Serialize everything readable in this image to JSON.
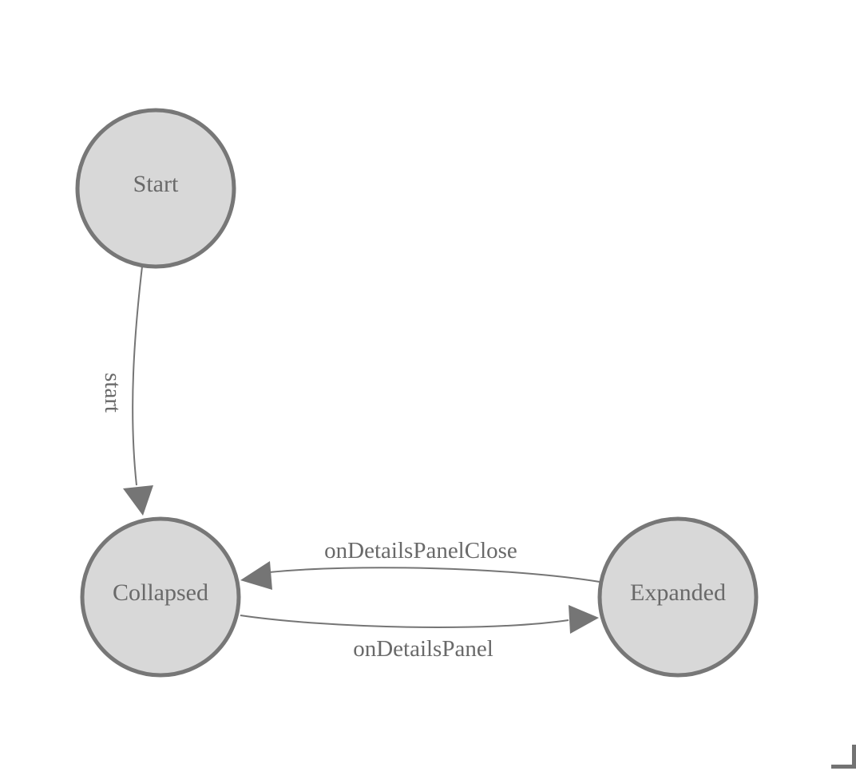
{
  "colors": {
    "background": "#ffffff",
    "node_fill": "#d8d8d8",
    "node_stroke": "#777777",
    "edge_stroke": "#757575",
    "arrow_fill": "#757575",
    "label_text": "#696969",
    "corner_mark": "#737373"
  },
  "diagram": {
    "type": "state-machine",
    "nodes": [
      {
        "id": "start",
        "label": "Start"
      },
      {
        "id": "collapsed",
        "label": "Collapsed"
      },
      {
        "id": "expanded",
        "label": "Expanded"
      }
    ],
    "edges": [
      {
        "from": "Start",
        "to": "Collapsed",
        "label": "start"
      },
      {
        "from": "Expanded",
        "to": "Collapsed",
        "label": "onDetailsPanelClose"
      },
      {
        "from": "Collapsed",
        "to": "Expanded",
        "label": "onDetailsPanel"
      }
    ]
  }
}
